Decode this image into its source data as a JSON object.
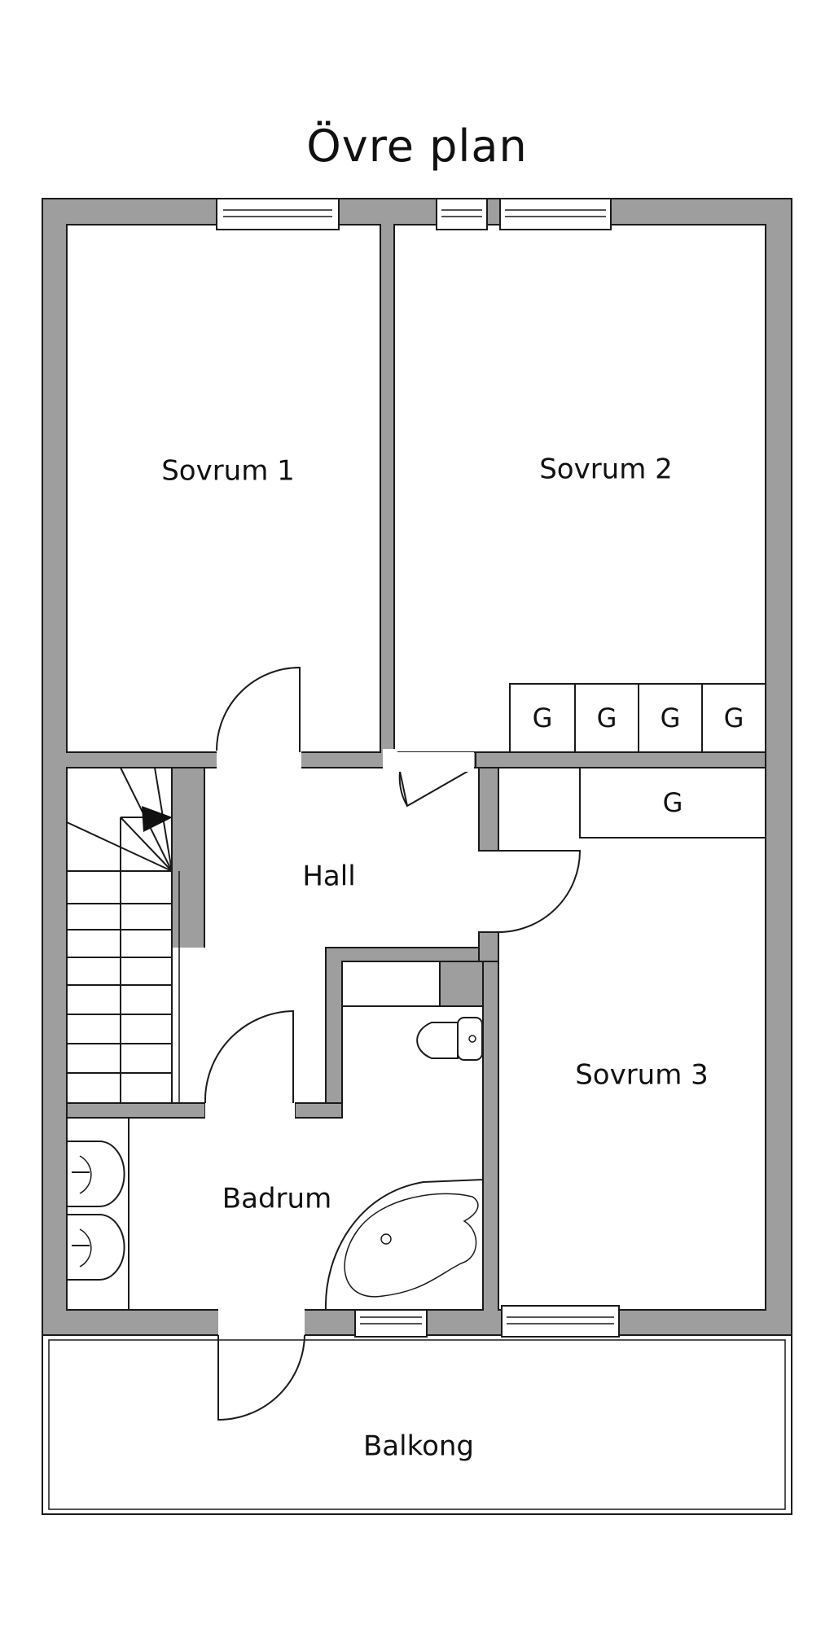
{
  "title": "Övre plan",
  "rooms": {
    "sovrum1": "Sovrum 1",
    "sovrum2": "Sovrum 2",
    "sovrum3": "Sovrum 3",
    "hall": "Hall",
    "badrum": "Badrum",
    "balkong": "Balkong"
  },
  "wardrobes": [
    "G",
    "G",
    "G",
    "G",
    "G"
  ],
  "colors": {
    "wall": "#9e9e9e",
    "line": "#1a1a1a",
    "background": "#ffffff"
  }
}
